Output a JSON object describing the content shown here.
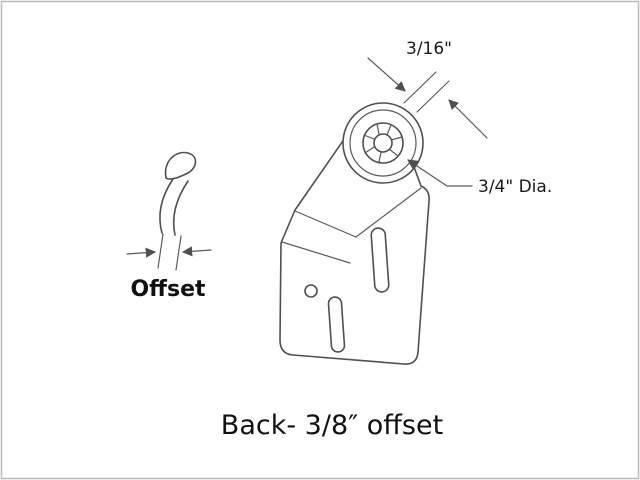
{
  "diagram": {
    "caption": "Back- 3/8″ offset",
    "labels": {
      "thickness": "3/16\"",
      "diameter": "3/4\" Dia.",
      "offset": "Offset"
    },
    "colors": {
      "line": "#4f4f4f",
      "text": "#1a1a1a",
      "border": "#b9b9b9",
      "background": "#ffffff"
    }
  }
}
